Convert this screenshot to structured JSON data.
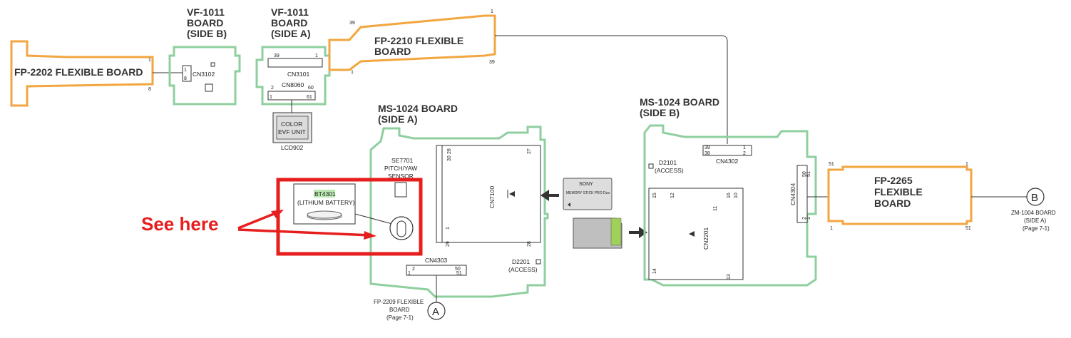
{
  "boards": {
    "fp2202_label": "FP-2202 FLEXIBLE BOARD",
    "fp2202_pin1": "1",
    "fp2202_pin8": "8",
    "vf_side_b": [
      "VF-1011",
      "BOARD",
      "(SIDE B)"
    ],
    "vf_side_a": [
      "VF-1011",
      "BOARD",
      "(SIDE A)"
    ],
    "fp2210": [
      "FP-2210 FLEXIBLE",
      "BOARD"
    ],
    "fp2210_pins": {
      "top_left": "39",
      "top_right": "1",
      "bottom_left": "1",
      "bottom_right": "39"
    },
    "ms_side_a": [
      "MS-1024 BOARD",
      "(SIDE A)"
    ],
    "ms_side_b": [
      "MS-1024 BOARD",
      "(SIDE B)"
    ],
    "fp2265": [
      "FP-2265",
      "FLEXIBLE",
      "BOARD"
    ],
    "fp2265_pins": {
      "top_left": "51",
      "top_right": "1",
      "bottom_left": "1",
      "bottom_right": "51"
    }
  },
  "components": {
    "cn3102": "CN3102",
    "cn3102_pins": {
      "p1": "1",
      "p8": "8"
    },
    "cn3101": "CN3101",
    "cn3101_pins": {
      "p39": "39",
      "p1": "1"
    },
    "cn8060": "CN8060",
    "cn8060_pins": {
      "p2": "2",
      "p60": "60",
      "p1": "1",
      "p61": "61"
    },
    "color_evf": [
      "COLOR",
      "EVF UNIT"
    ],
    "lcd902": "LCD902",
    "se7701": [
      "SE7701",
      "PITCH/YAW",
      "SENSOR"
    ],
    "bt4301": "BT4301",
    "bt4301_desc": "(LITHIUM BATTERY)",
    "cn7100": "CN7100",
    "cn7100_pins": {
      "p28": "28",
      "p30": "30",
      "p27": "27",
      "p1": "1",
      "p29": "29",
      "p28b": "28"
    },
    "cn4303": "CN4303",
    "cn4303_pins": {
      "p2": "2",
      "p50": "50",
      "p1": "1",
      "p51": "51"
    },
    "d2201": [
      "D2201",
      "(ACCESS)"
    ],
    "d2101": [
      "D2101",
      "(ACCESS)"
    ],
    "cn4302": "CN4302",
    "cn4302_pins": {
      "p39": "39",
      "p1": "1",
      "p38": "38",
      "p2": "2"
    },
    "cn4304": "CN4304",
    "cn4304_pins": {
      "p50": "50",
      "p51": "51",
      "p2": "2",
      "p1": "1"
    },
    "cn2201": "CN2201",
    "cn2201_pins": {
      "p15": "15",
      "p12": "12",
      "p16": "16",
      "p10": "10",
      "p11": "11",
      "p14": "14",
      "p13": "13"
    },
    "ms_card_brand": "SONY",
    "ms_card_text": "MEMORY STICK PRO Duo"
  },
  "references": {
    "a_marker": "A",
    "a_note": [
      "FP-2209 FLEXIBLE",
      "BOARD",
      "(Page 7-1)"
    ],
    "b_marker": "B",
    "b_note": [
      "ZM-1004 BOARD",
      "(SIDE A)",
      "(Page 7-1)"
    ]
  },
  "annotation": {
    "text": "See here",
    "color": "#e61e1e"
  },
  "colors": {
    "board_outline": "#8fcf9f",
    "flex_outline": "#f2a640",
    "highlight_box": "#e61e1e",
    "bt4301_highlight": "#b9e8b0"
  }
}
